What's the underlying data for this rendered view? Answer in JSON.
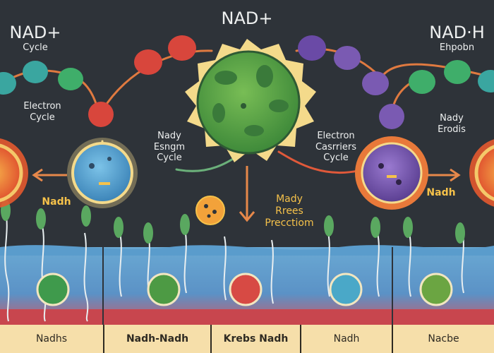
{
  "title": "NAD+",
  "left_block": {
    "title": "NAD+",
    "subtitle": "Cycle",
    "label": "Electron\nCycle"
  },
  "right_block": {
    "title": "NAD·H",
    "subtitle": "Ehpobn",
    "label": "Nady\nErodis"
  },
  "center_left_label": "Nady\nEsngm\nCycle",
  "center_right_label": "Electron\nCasrriers\nCycle",
  "center_bottom_label": "Mady\nRrees\nPrecctiom",
  "left_nadh": "Nadh",
  "right_nadh": "Nadh",
  "bottom_bar": [
    "Nadhs",
    "Nadh-Nadh",
    "Krebs Nadh",
    "Nadh",
    "Nacbe"
  ],
  "colors": {
    "background": "#2e3339",
    "water": "#5aa4cf",
    "sun_ring": "#f4da8b",
    "center_cell": "#5fa84a",
    "blue_cell": "#4f9bcf",
    "purple_cell": "#7a5aa8",
    "orange_ring": "#e8793a",
    "label_yellow": "#f6c24a",
    "bar": "#f6dfaa"
  }
}
